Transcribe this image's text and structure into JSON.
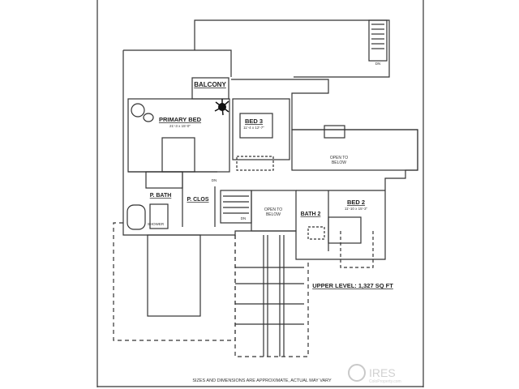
{
  "rooms": {
    "balcony": "BALCONY",
    "primary_bed": {
      "name": "PRIMARY BED",
      "dims": "21'-3 x 15'-0\""
    },
    "bed3": {
      "name": "BED 3",
      "dims": "11'-4 x 12'-7\""
    },
    "open_below_1": "OPEN TO\nBELOW",
    "open_below_2": "OPEN TO\nBELOW",
    "p_bath": "P. BATH",
    "p_clos": "P. CLOS",
    "shower": "SHOWER",
    "bath2": "BATH 2",
    "bed2": {
      "name": "BED 2",
      "dims": "11'-10 x 15'-3\""
    }
  },
  "stairs": {
    "dn": "DN"
  },
  "level_label": "UPPER LEVEL: 1,327 SQ FT",
  "footer_note": "SIZES AND DIMENSIONS ARE APPROXIMATE, ACTUAL MAY VARY",
  "watermark": {
    "brand": "IRES",
    "site": "ColoProperty.com"
  },
  "colors": {
    "line": "#333333",
    "background": "#ffffff"
  }
}
